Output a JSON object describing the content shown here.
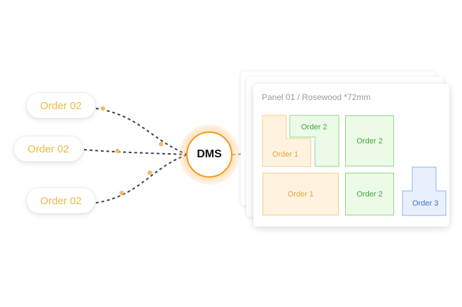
{
  "sources": [
    {
      "label": "Order 02"
    },
    {
      "label": "Order 02"
    },
    {
      "label": "Order 02"
    }
  ],
  "hub": {
    "label": "DMS"
  },
  "panel": {
    "title": "Panel 01 / Rosewood *72mm",
    "pieces": [
      {
        "label": "Order 1",
        "color": "orange"
      },
      {
        "label": "Order 2",
        "color": "green"
      },
      {
        "label": "Order 2",
        "color": "green"
      },
      {
        "label": "Order 1",
        "color": "orange"
      },
      {
        "label": "Order 2",
        "color": "green"
      },
      {
        "label": "Order 3",
        "color": "blue"
      }
    ]
  },
  "colors": {
    "source_text": "#f2b73d",
    "hub_ring": "#f29a1f",
    "connector_dot": "#f5b86a",
    "connector_line": "#3b3f4a",
    "order1": "#f6cc8c",
    "order2": "#93d586",
    "order3": "#8fb0ef"
  }
}
